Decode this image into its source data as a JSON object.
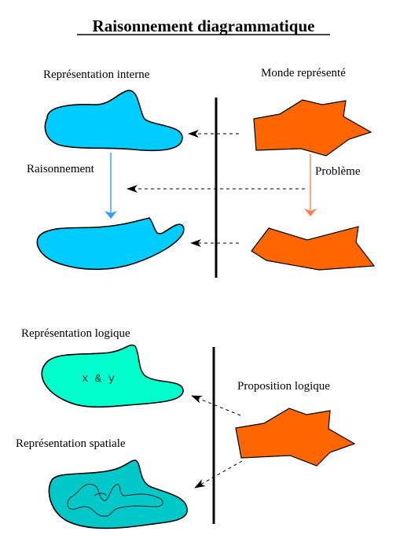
{
  "title": "Raisonnement diagrammatique",
  "section_top": {
    "label_internal": "Représentation interne",
    "label_world": "Monde représenté",
    "label_reasoning": "Raisonnement",
    "label_problem": "Problème"
  },
  "section_bottom": {
    "label_logical": "Représentation logique",
    "label_spatial": "Représentation spatiale",
    "label_proposition": "Proposition logique",
    "logic_formula": "x & y"
  },
  "colors": {
    "internal_blob": "#00ccff",
    "world_shape": "#ff6600",
    "logical_blob": "#00ffcc",
    "spatial_blob": "#00c8c8",
    "reasoning_arrow": "#3399ff",
    "problem_arrow": "#ff7f50"
  }
}
